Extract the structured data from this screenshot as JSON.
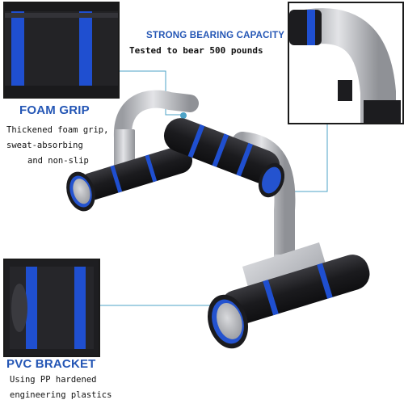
{
  "callouts": {
    "capacity": {
      "title": "STRONG BEARING CAPACITY",
      "desc": "Tested to bear 500 pounds"
    },
    "foam": {
      "title": "FOAM GRIP",
      "desc_lines": [
        "Thickened foam grip,",
        "sweat-absorbing",
        "and non-slip"
      ]
    },
    "pvc": {
      "title": "PVC BRACKET",
      "desc_lines": [
        "Using PP hardened",
        "engineering plastics"
      ]
    }
  },
  "colors": {
    "accent_blue": "#2456b5",
    "foam_black": "#1c1c1f",
    "ring_blue": "#1f4fd0",
    "steel_gray": "#c2c4c8",
    "leader_line": "#4da3c7"
  }
}
